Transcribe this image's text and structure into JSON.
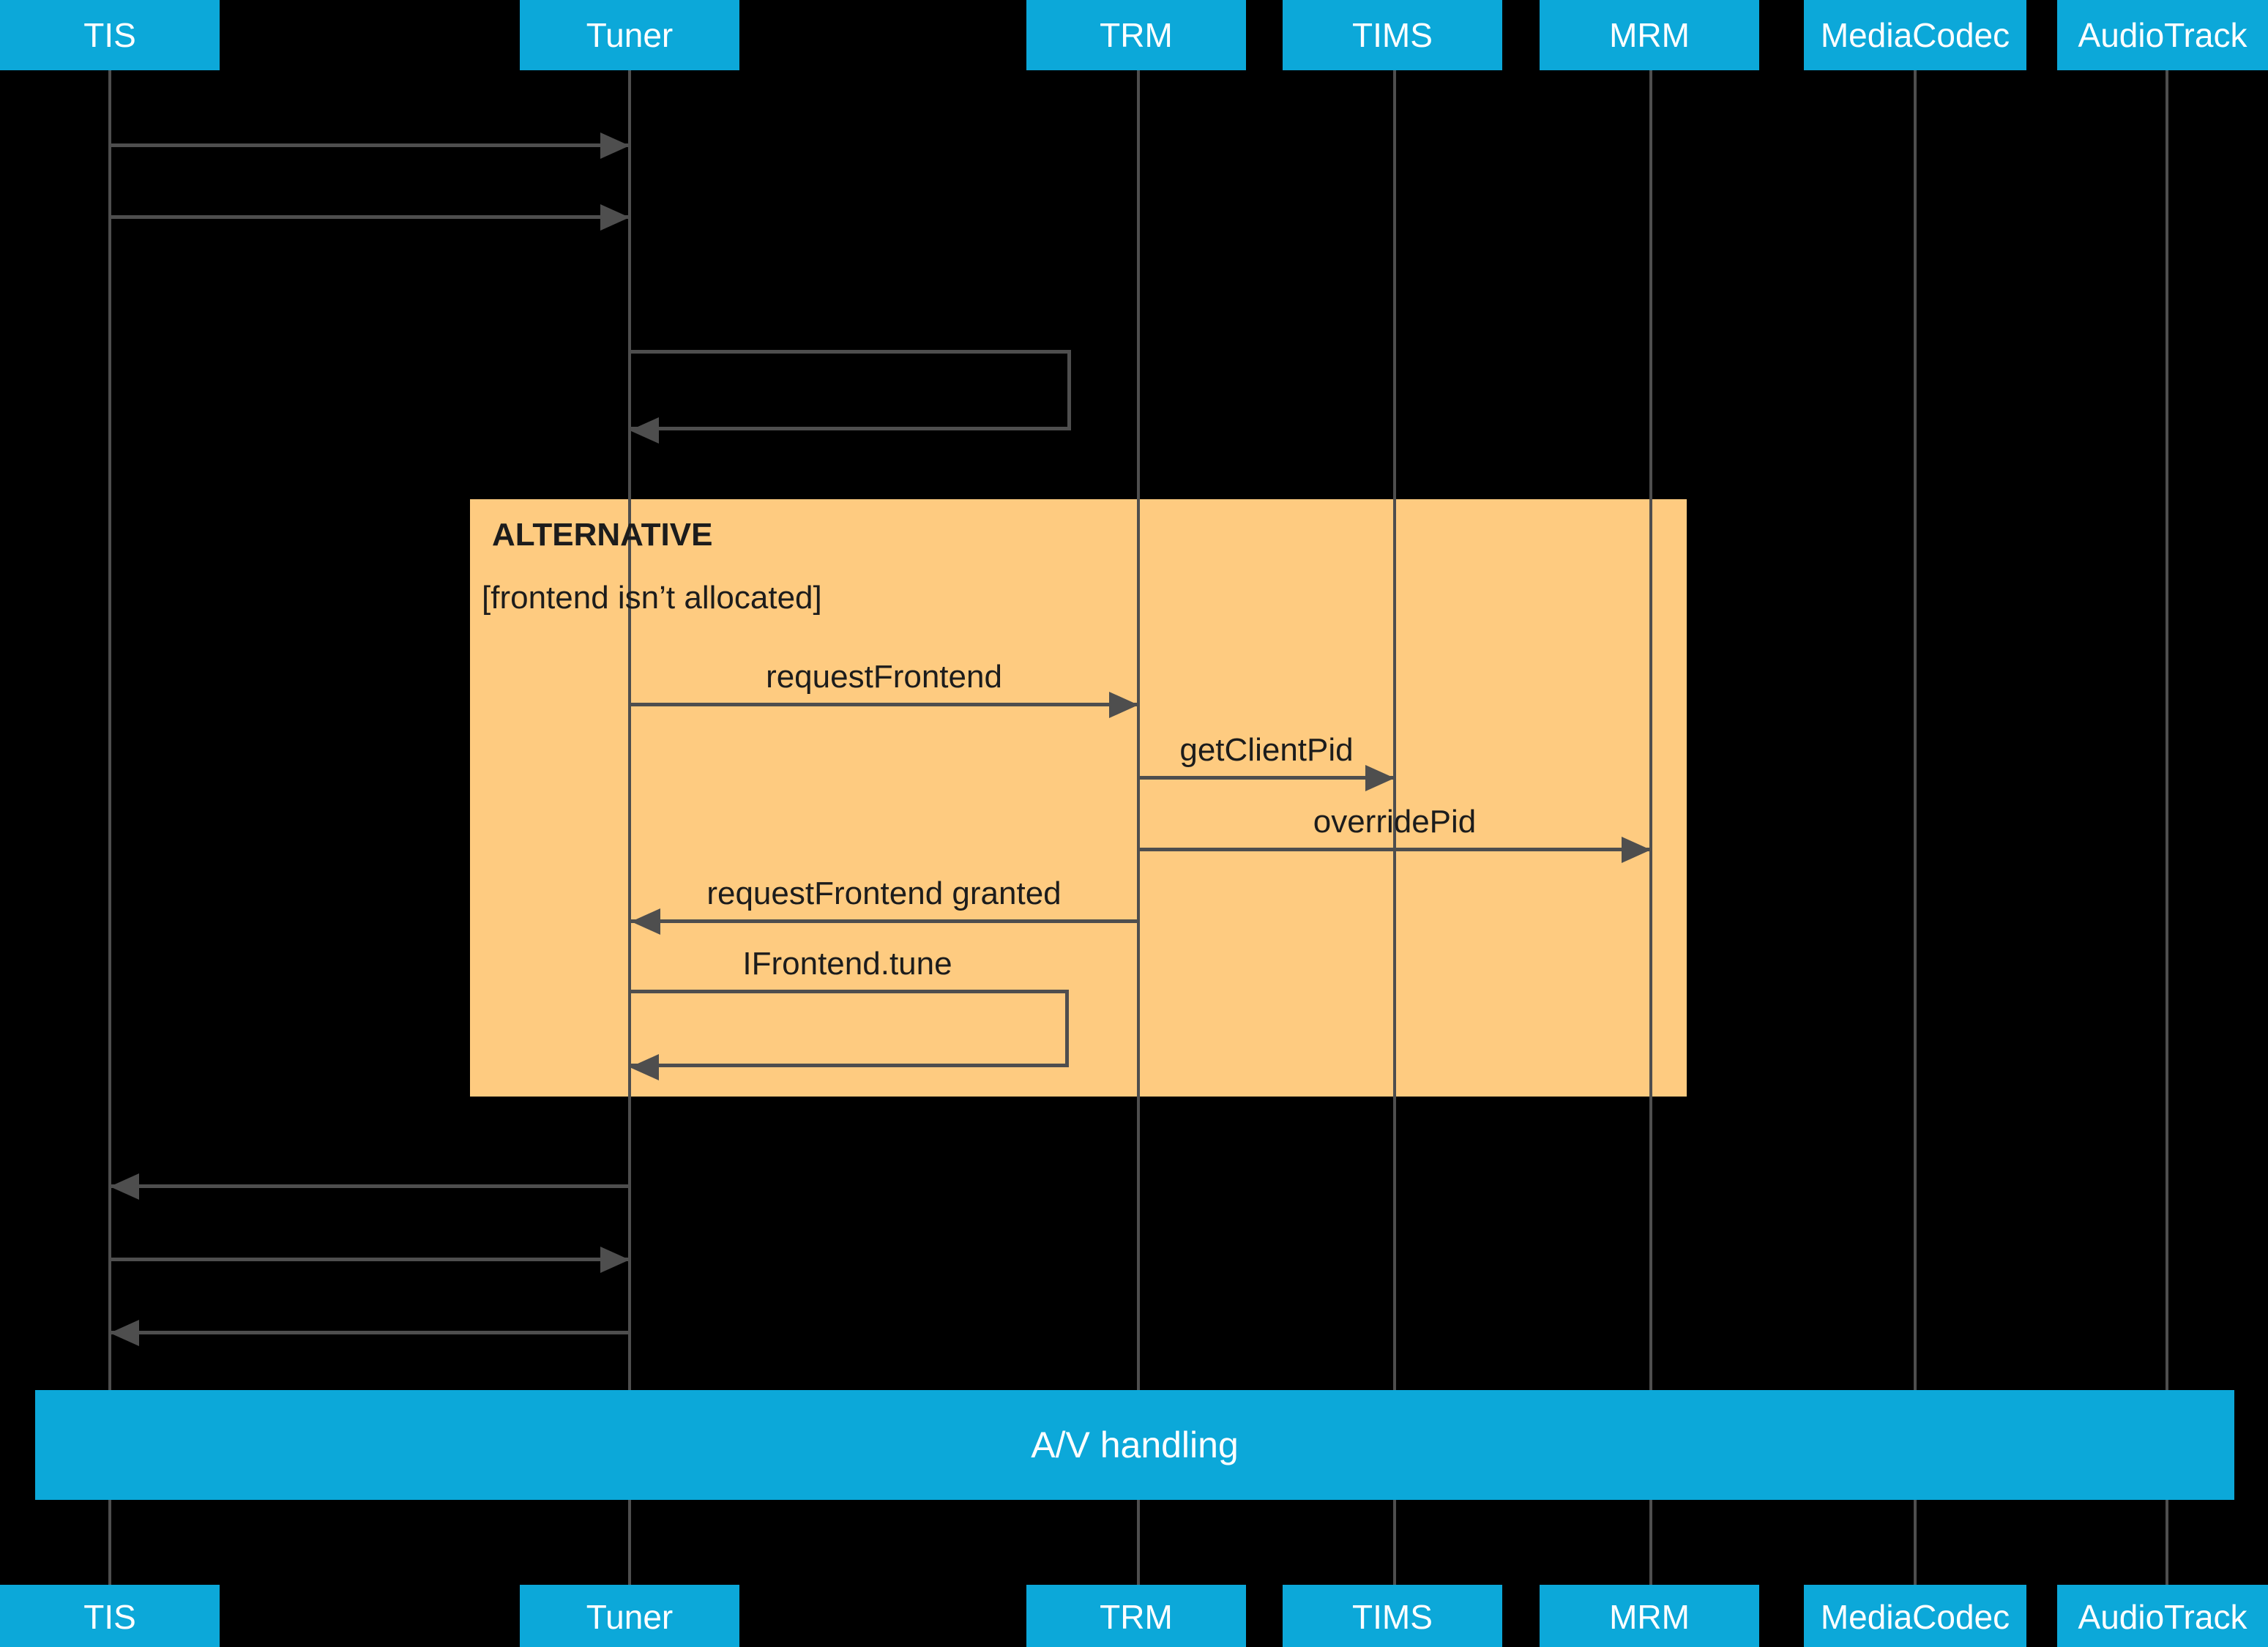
{
  "colors": {
    "background": "#000000",
    "participant_fill": "#0CA8D9",
    "participant_text": "#FFFFFF",
    "alt_fill": "#FECB80",
    "alt_text": "#1C1C1C",
    "line": "#4E4E4E",
    "av_fill": "#0CA8D9",
    "av_text": "#FFFFFF"
  },
  "participants": [
    {
      "label": "TIS"
    },
    {
      "label": "Tuner"
    },
    {
      "label": "TRM"
    },
    {
      "label": "TIMS"
    },
    {
      "label": "MRM"
    },
    {
      "label": "MediaCodec"
    },
    {
      "label": "AudioTrack"
    }
  ],
  "alt_block": {
    "title": "ALTERNATIVE",
    "guard": "[frontend isn’t allocated]"
  },
  "messages": {
    "request_frontend": {
      "label": "requestFrontend",
      "from": "Tuner",
      "to": "TRM"
    },
    "get_client_pid": {
      "label": "getClientPid",
      "from": "TRM",
      "to": "TIMS"
    },
    "override_pid": {
      "label": "overridePid",
      "from": "TRM",
      "to": "MRM"
    },
    "request_frontend_granted": {
      "label": "requestFrontend granted",
      "from": "TRM",
      "to": "Tuner"
    },
    "ifrontend_tune": {
      "label": "IFrontend.tune",
      "from": "Tuner",
      "to": "Tuner"
    }
  },
  "av_bar": {
    "label": "A/V handling"
  }
}
